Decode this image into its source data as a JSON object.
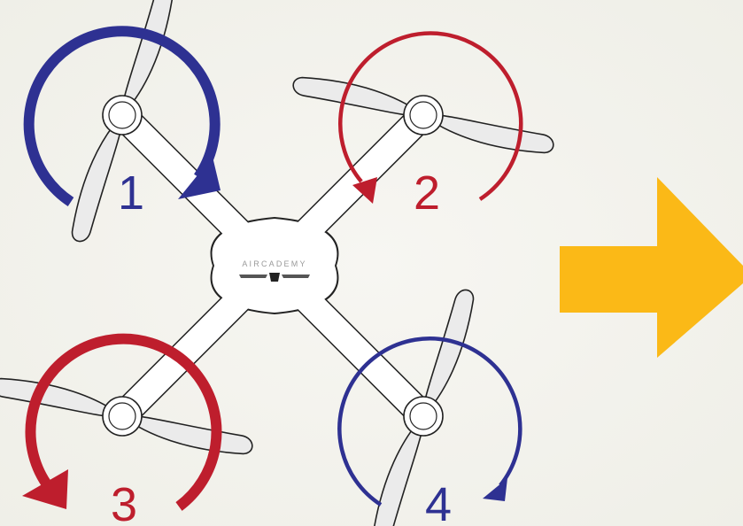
{
  "diagram": {
    "brand_text": "AIRCADEMY",
    "motors": [
      {
        "label": "1",
        "direction": "clockwise",
        "color": "#2e3192",
        "emphasis": "high"
      },
      {
        "label": "2",
        "direction": "counterclockwise",
        "color": "#be1e2d",
        "emphasis": "low"
      },
      {
        "label": "3",
        "direction": "counterclockwise",
        "color": "#be1e2d",
        "emphasis": "high"
      },
      {
        "label": "4",
        "direction": "clockwise",
        "color": "#2e3192",
        "emphasis": "low"
      }
    ],
    "arrow_color": "#fbb917",
    "drone_body_color": "#ffffff",
    "propeller_color": "#ebebeb",
    "outline_color": "#222222"
  }
}
